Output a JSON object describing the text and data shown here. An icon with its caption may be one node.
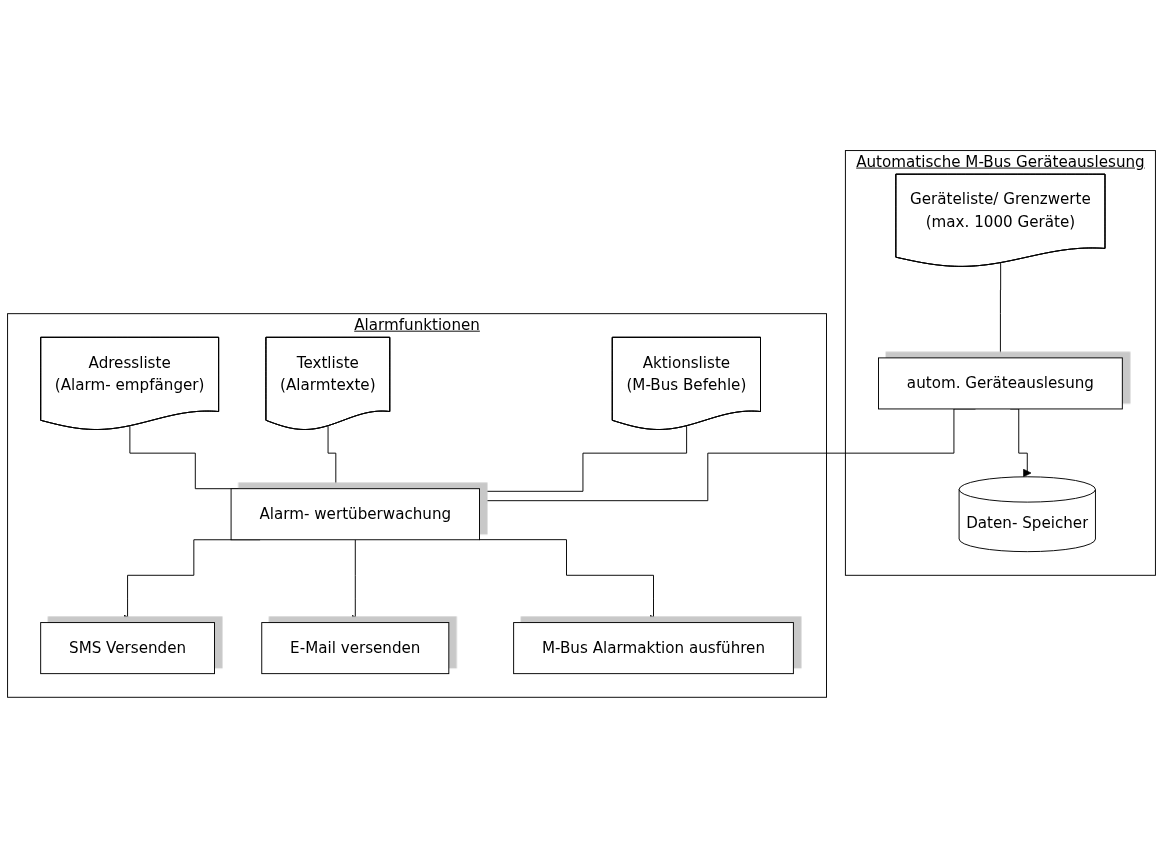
{
  "diagram": {
    "nodes": [
      {
        "text": [
          "Automatische M-Bus Geräteauslesung"
        ]
      },
      {
        "text": [
          "Geräteliste/ Grenzwerte",
          "(max. 1000 Geräte)"
        ],
        "in": 0
      },
      {
        "text": [
          "autom. Geräteauslesung"
        ],
        "in": 0
      },
      {
        "text": [
          "Daten- Speicher"
        ],
        "in": 0
      },
      {
        "text": [
          "Alarmfunktionen"
        ]
      },
      {
        "text": [
          "Adressliste",
          "(Alarm- empfänger)"
        ],
        "in": 4
      },
      {
        "text": [
          "Textliste",
          "(Alarmtexte)"
        ],
        "in": 4
      },
      {
        "text": [
          "Aktionsliste",
          "(M-Bus Befehle)"
        ],
        "in": 4
      },
      {
        "text": [
          "Alarm- wertüberwachung"
        ],
        "in": 4
      },
      {
        "text": [
          "SMS Versenden"
        ],
        "in": 4
      },
      {
        "text": [
          "E-Mail versenden"
        ],
        "in": 4
      },
      {
        "text": [
          "M-Bus Alarmaktion ausführen"
        ],
        "in": 4
      }
    ],
    "edges": [
      {
        "from": 1,
        "to": 2,
        "arrow": "none"
      },
      {
        "from": 2,
        "to": 3,
        "arrow": "to"
      },
      {
        "from": 2,
        "to": 8,
        "arrow": "to"
      },
      {
        "from": 5,
        "to": 8,
        "arrow": "none"
      },
      {
        "from": 6,
        "to": 8,
        "arrow": "none"
      },
      {
        "from": 7,
        "to": 8,
        "arrow": "none"
      },
      {
        "from": 8,
        "to": 9,
        "arrow": "to"
      },
      {
        "from": 8,
        "to": 10,
        "arrow": "to"
      },
      {
        "from": 8,
        "to": 11,
        "arrow": "to"
      }
    ]
  }
}
